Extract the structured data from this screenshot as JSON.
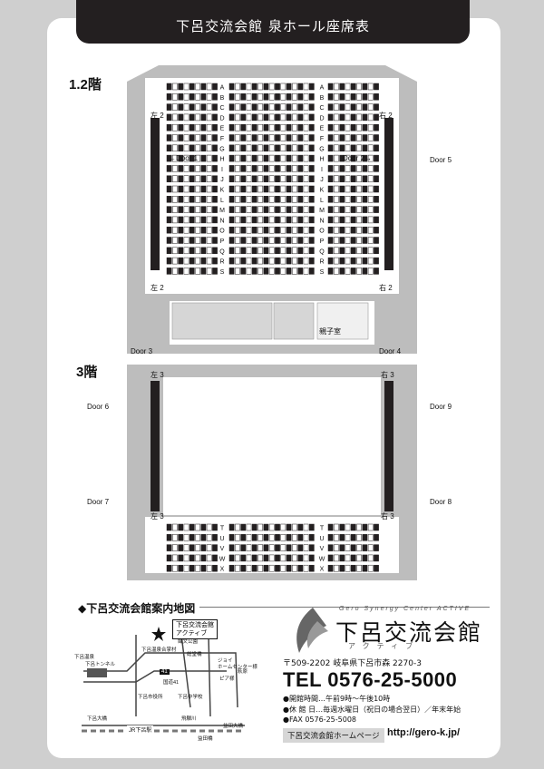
{
  "title": "下呂交流会館 泉ホール座席表",
  "floors": {
    "f12": "1.2階",
    "f3": "3階"
  },
  "rows_lower": [
    "A",
    "B",
    "C",
    "D",
    "E",
    "F",
    "G",
    "H",
    "I",
    "J",
    "K",
    "L",
    "M",
    "N",
    "O",
    "P",
    "Q",
    "R",
    "S"
  ],
  "rows_upper": [
    "T",
    "U",
    "V",
    "W",
    "X"
  ],
  "labels": {
    "left2": "左 2",
    "right2": "右 2",
    "left3": "左 3",
    "right3": "右 3",
    "door1": "←Door 1",
    "door2": "Door 2→",
    "door3": "Door 3",
    "door4": "Door 4",
    "door5": "Door 5",
    "door6": "Door 6",
    "door7": "Door 7",
    "door8": "Door 8",
    "door9": "Door 9",
    "parent_child_room": "親子室"
  },
  "map": {
    "heading": "◆下呂交流会館案内地図",
    "callout": [
      "下呂交流会館",
      "アクティブ"
    ],
    "places": [
      "繊文公園",
      "下呂温泉合掌村",
      "総堂橋",
      "ジョイ",
      "ホームセンター様",
      "ピア様",
      "下呂トンネル",
      "下呂市役所",
      "下呂中学校",
      "下呂大橋",
      "飛騨川",
      "JR下呂駅",
      "下呂温泉",
      "益田橋",
      "萩原",
      "益田大橋",
      "国道41"
    ],
    "route": "41"
  },
  "logo": {
    "sub": "Gero Synergy Center ACTIVE",
    "main": "下呂交流会館",
    "kana": "アクティブ"
  },
  "address": "〒509-2202 岐阜県下呂市森 2270-3",
  "tel": "TEL 0576-25-5000",
  "info": [
    "●開館時間…午前9時～午後10時",
    "●休 館 日…毎週水曜日（祝日の場合翌日）／年末年始",
    "●FAX 0576-25-5008"
  ],
  "hp_label": "下呂交流会館ホームページ",
  "url": "http://gero-k.jp/"
}
